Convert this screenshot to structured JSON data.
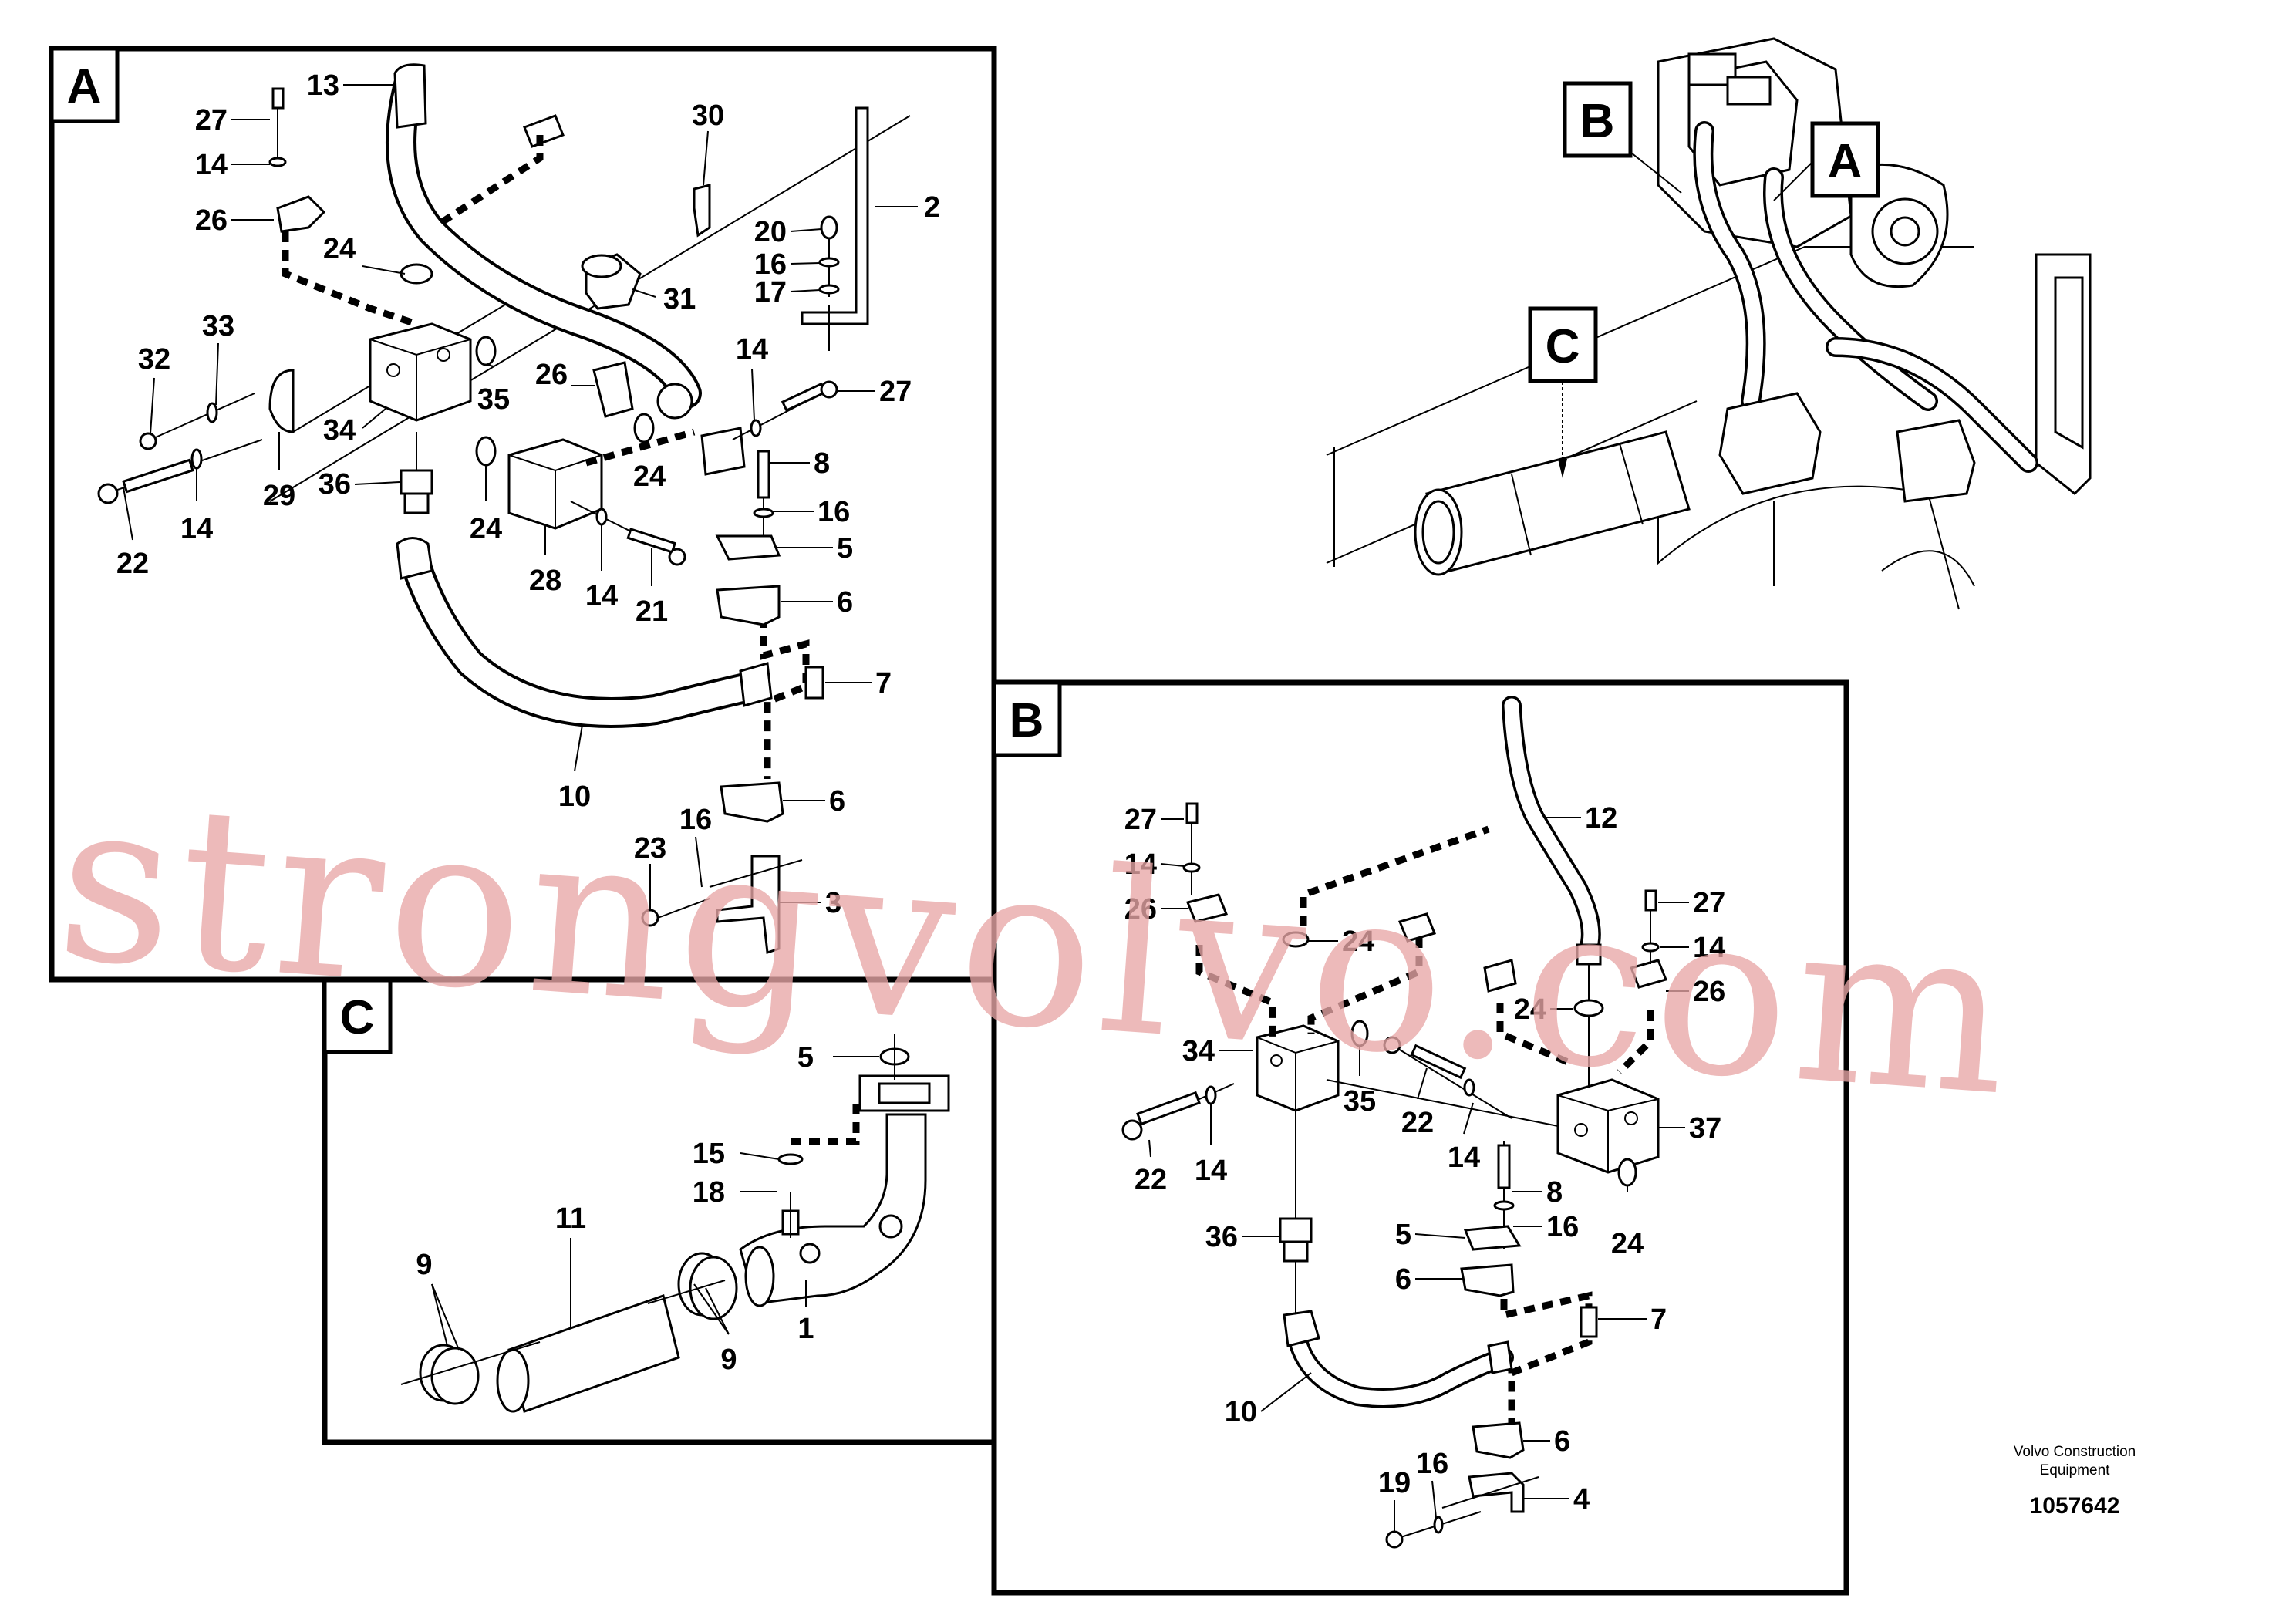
{
  "views": {
    "A": {
      "tag": "A",
      "callouts": [
        "13",
        "27",
        "14",
        "26",
        "24",
        "33",
        "32",
        "34",
        "29",
        "22",
        "14",
        "35",
        "36",
        "26",
        "24",
        "24",
        "28",
        "14",
        "21",
        "30",
        "20",
        "16",
        "17",
        "2",
        "31",
        "14",
        "27",
        "8",
        "16",
        "5",
        "6",
        "7",
        "10",
        "6",
        "16",
        "23",
        "3"
      ]
    },
    "B": {
      "tag": "B",
      "callouts": [
        "27",
        "14",
        "26",
        "24",
        "34",
        "22",
        "14",
        "35",
        "22",
        "36",
        "10",
        "12",
        "27",
        "14",
        "26",
        "24",
        "37",
        "14",
        "8",
        "5",
        "16",
        "6",
        "7",
        "24",
        "6",
        "19",
        "16",
        "4"
      ]
    },
    "C": {
      "tag": "C",
      "callouts": [
        "5",
        "15",
        "18",
        "11",
        "9",
        "9",
        "1"
      ]
    }
  },
  "overview": {
    "tags": [
      "B",
      "A",
      "C"
    ]
  },
  "watermark": "strongvolvo.com",
  "footer": {
    "brand_line1": "Volvo Construction",
    "brand_line2": "Equipment",
    "doc_number": "1057642"
  }
}
